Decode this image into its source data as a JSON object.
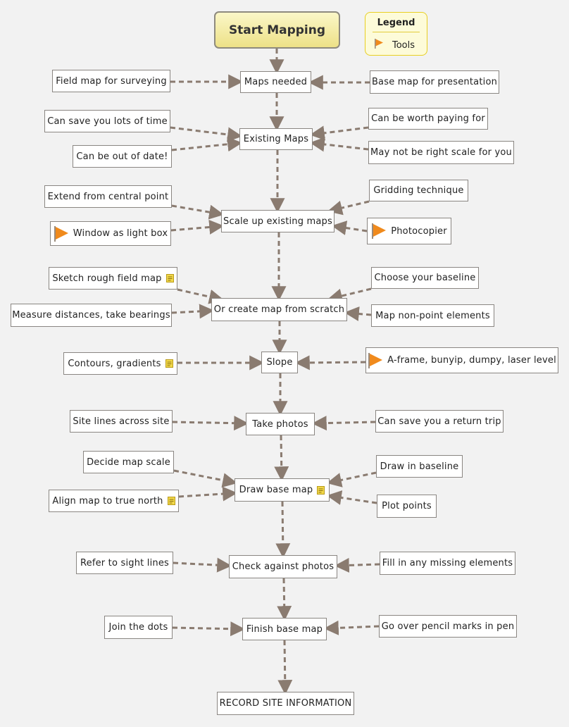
{
  "start": "Start Mapping",
  "legend": {
    "title": "Legend",
    "items": [
      {
        "icon": "flag-icon",
        "label": "Tools"
      }
    ]
  },
  "colors": {
    "connector": "#8a7b70",
    "flag": "#f08a1c",
    "note": "#e8c62a"
  },
  "nodes": {
    "maps_needed": "Maps needed",
    "field_map": "Field map for surveying",
    "base_map_presentation": "Base map for presentation",
    "existing_maps": "Existing Maps",
    "save_time": "Can save you lots of time",
    "worth_paying": "Can be worth paying for",
    "out_of_date": "Can be out of date!",
    "wrong_scale": "May not be right scale for you",
    "scale_up": "Scale up existing maps",
    "extend_central": "Extend from central point",
    "gridding": "Gridding technique",
    "light_box": "Window as light box",
    "photocopier": "Photocopier",
    "create_scratch": "Or create map from scratch",
    "sketch_rough": "Sketch rough field map",
    "choose_baseline": "Choose your baseline",
    "measure_distances": "Measure distances, take bearings",
    "map_nonpoint": "Map non-point elements",
    "slope": "Slope",
    "contours": "Contours, gradients",
    "aframe": "A-frame, bunyip, dumpy, laser level",
    "take_photos": "Take photos",
    "site_lines": "Site lines across site",
    "return_trip": "Can save you a return trip",
    "draw_base": "Draw base map",
    "decide_scale": "Decide map scale",
    "draw_baseline": "Draw in baseline",
    "align_north": "Align map to true north",
    "plot_points": "Plot points",
    "check_photos": "Check against photos",
    "sight_lines": "Refer to sight lines",
    "missing_elements": "Fill in any missing elements",
    "finish_base": "Finish base map",
    "join_dots": "Join the dots",
    "pencil_pen": "Go over pencil marks in pen",
    "record_site": "RECORD SITE INFORMATION"
  }
}
